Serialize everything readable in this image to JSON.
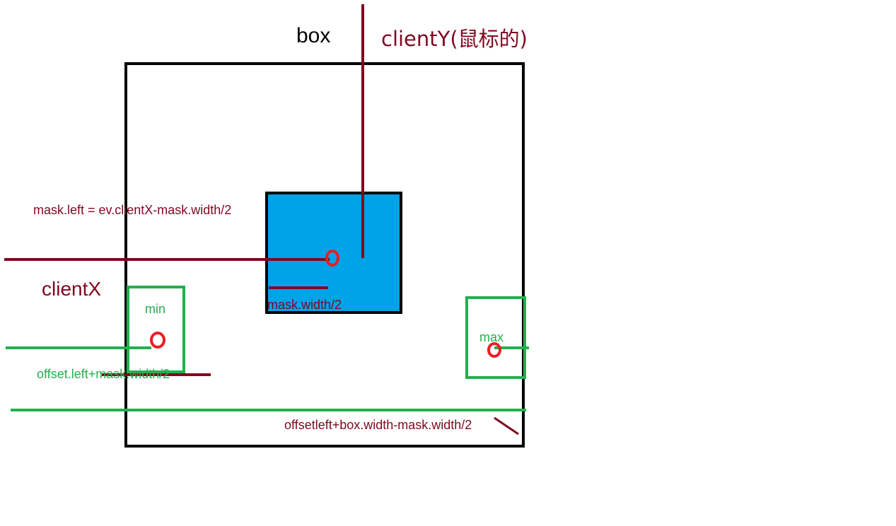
{
  "labels": {
    "box": "box",
    "client_y": "clientY(鼠标的)",
    "client_x": "clientX",
    "mask_left_formula": "mask.left = ev.clientX-mask.width/2",
    "mask_half_width": "mask.width/2",
    "min": "min",
    "max": "max",
    "offset_left_formula": "offset.left+mask.width/2",
    "max_bound_formula": "offsetleft+box.width-mask.width/2"
  },
  "colors": {
    "box_border": "#000000",
    "mask_fill": "#00a2e8",
    "mouse_lines": "#7f0820",
    "bounds_lines": "#22b14c",
    "cursor_marker": "#ed1c24",
    "title_text": "#000000"
  }
}
